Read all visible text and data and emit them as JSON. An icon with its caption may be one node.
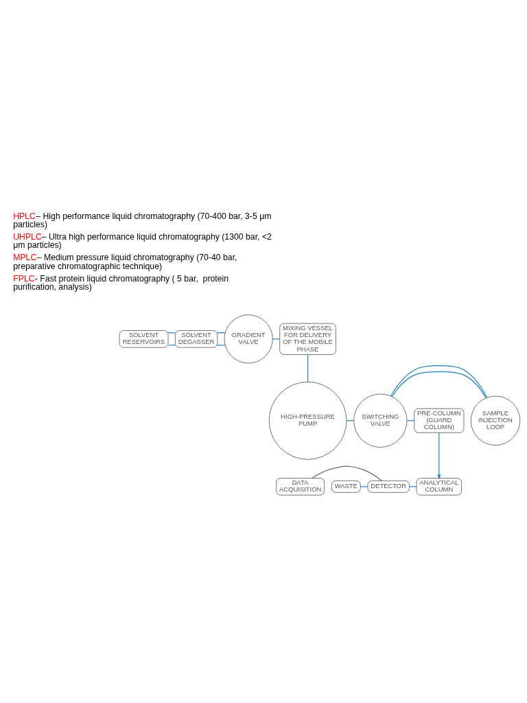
{
  "diagram": {
    "nodes": [
      {
        "text": [
          "SOLVENT RESERVOIRS"
        ]
      },
      {
        "text": [
          "SOLVENT DEGASSER"
        ]
      },
      {
        "text": [
          "GRADIENT VALVE"
        ]
      },
      {
        "text": [
          "MIXING VESSEL FOR DELIVERY OF THE MOBILE PHASE"
        ]
      },
      {
        "text": [
          "HIGH-PRESSURE PUMP"
        ]
      },
      {
        "text": [
          "SWITCHING VALVE"
        ]
      },
      {
        "text": [
          "SAMPLE INJECTION LOOP"
        ]
      },
      {
        "text": [
          "PRE-COLUMN (GUARD COLUMN)"
        ]
      },
      {
        "text": [
          "ANALYTICAL COLUMN"
        ]
      },
      {
        "text": [
          "DETECTOR"
        ]
      },
      {
        "text": [
          "WASTE"
        ]
      },
      {
        "text": [
          "DATA ACQUISITION"
        ]
      }
    ],
    "edges": [
      {
        "from": 0,
        "to": 1,
        "arrow": "none"
      },
      {
        "from": 0,
        "to": 1,
        "arrow": "none"
      },
      {
        "from": 1,
        "to": 2,
        "arrow": "none"
      },
      {
        "from": 1,
        "to": 2,
        "arrow": "none"
      },
      {
        "from": 2,
        "to": 3,
        "arrow": "none"
      },
      {
        "from": 3,
        "to": 4,
        "arrow": "none"
      },
      {
        "from": 4,
        "to": 5,
        "arrow": "none"
      },
      {
        "from": 5,
        "to": 6,
        "arrow": "none"
      },
      {
        "from": 5,
        "to": 6,
        "arrow": "none"
      },
      {
        "from": 5,
        "to": 7,
        "arrow": "none"
      },
      {
        "from": 7,
        "to": 8,
        "arrow": "to"
      },
      {
        "from": 8,
        "to": 9,
        "arrow": "none"
      },
      {
        "from": 9,
        "to": 10,
        "arrow": "none"
      },
      {
        "from": 9,
        "to": 11,
        "arrow": "none",
        "color": "#666666"
      }
    ],
    "labels": [
      "HPLC",
      "– High performance liquid chromatography (70-400 bar, 3-5 μm particles)",
      "UHPLC",
      "– Ultra high performance liquid chromatography (1300 bar, <2 μm particles)",
      "MPLC",
      "– Medium pressure liquid chromatography (70-40 bar, preparative chromatographic technique)",
      "FPLC",
      "- Fast protein liquid chromatography ( 5 bar,  protein purification, analysis)"
    ]
  }
}
